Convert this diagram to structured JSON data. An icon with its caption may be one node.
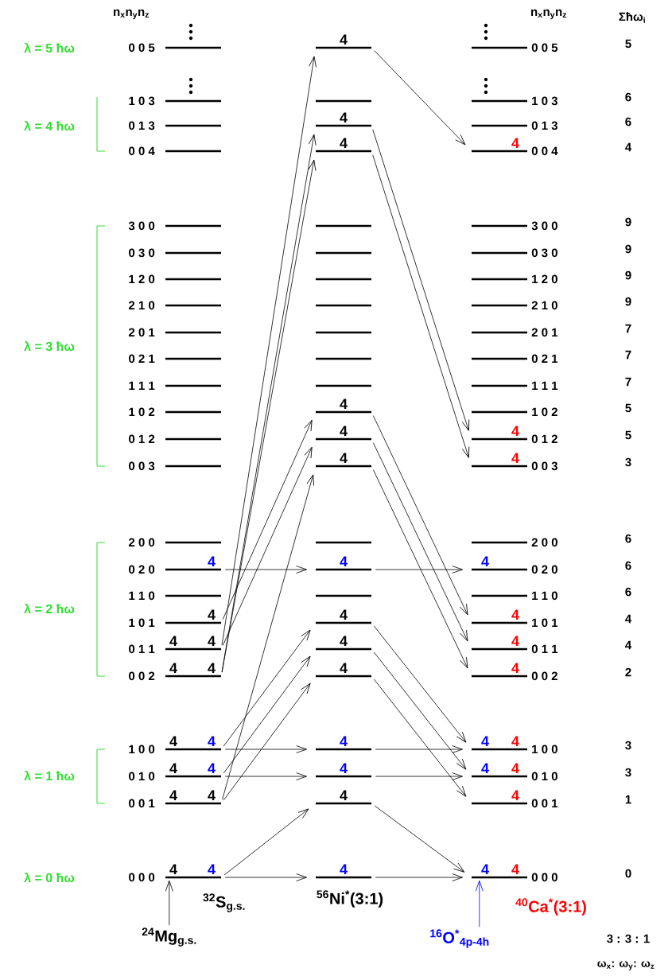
{
  "diagram": {
    "nodes": [
      {
        "text": [],
        "shape": "bar",
        "beside": [
          "0 0 5"
        ]
      },
      {
        "text": [
          "4"
        ]
      },
      {
        "text": [],
        "shape": "bar",
        "beside": [
          "0 0 5"
        ]
      },
      {
        "text": [],
        "shape": "bar",
        "beside": [
          "1 0 3"
        ]
      },
      {
        "text": [],
        "shape": "bar"
      },
      {
        "text": [],
        "shape": "bar",
        "beside": [
          "1 0 3"
        ]
      },
      {
        "text": [],
        "shape": "bar",
        "beside": [
          "0 1 3"
        ]
      },
      {
        "text": [
          "4"
        ]
      },
      {
        "text": [],
        "shape": "bar",
        "beside": [
          "0 1 3"
        ]
      },
      {
        "text": [],
        "shape": "bar",
        "beside": [
          "0 0 4"
        ]
      },
      {
        "text": [
          "4"
        ]
      },
      {
        "text": [
          "4"
        ],
        "beside": [
          "0 0 4"
        ]
      },
      {
        "text": [],
        "shape": "bar",
        "beside": [
          "3 0 0"
        ]
      },
      {
        "text": [],
        "shape": "bar"
      },
      {
        "text": [],
        "shape": "bar",
        "beside": [
          "3 0 0"
        ]
      },
      {
        "text": [],
        "shape": "bar",
        "beside": [
          "0 3 0"
        ]
      },
      {
        "text": [],
        "shape": "bar"
      },
      {
        "text": [],
        "shape": "bar",
        "beside": [
          "0 3 0"
        ]
      },
      {
        "text": [],
        "shape": "bar",
        "beside": [
          "1 2 0"
        ]
      },
      {
        "text": [],
        "shape": "bar"
      },
      {
        "text": [],
        "shape": "bar",
        "beside": [
          "1 2 0"
        ]
      },
      {
        "text": [],
        "shape": "bar",
        "beside": [
          "2 1 0"
        ]
      },
      {
        "text": [],
        "shape": "bar"
      },
      {
        "text": [],
        "shape": "bar",
        "beside": [
          "2 1 0"
        ]
      },
      {
        "text": [],
        "shape": "bar",
        "beside": [
          "2 0 1"
        ]
      },
      {
        "text": [],
        "shape": "bar"
      },
      {
        "text": [],
        "shape": "bar",
        "beside": [
          "2 0 1"
        ]
      },
      {
        "text": [],
        "shape": "bar",
        "beside": [
          "0 2 1"
        ]
      },
      {
        "text": [],
        "shape": "bar"
      },
      {
        "text": [],
        "shape": "bar",
        "beside": [
          "0 2 1"
        ]
      },
      {
        "text": [],
        "shape": "bar",
        "beside": [
          "1 1 1"
        ]
      },
      {
        "text": [],
        "shape": "bar"
      },
      {
        "text": [],
        "shape": "bar",
        "beside": [
          "1 1 1"
        ]
      },
      {
        "text": [],
        "shape": "bar",
        "beside": [
          "1 0 2"
        ]
      },
      {
        "text": [
          "4"
        ]
      },
      {
        "text": [],
        "shape": "bar",
        "beside": [
          "1 0 2"
        ]
      },
      {
        "text": [],
        "shape": "bar",
        "beside": [
          "0 1 2"
        ]
      },
      {
        "text": [
          "4"
        ]
      },
      {
        "text": [
          "4"
        ],
        "beside": [
          "0 1 2"
        ]
      },
      {
        "text": [],
        "shape": "bar",
        "beside": [
          "0 0 3"
        ]
      },
      {
        "text": [
          "4"
        ]
      },
      {
        "text": [
          "4"
        ],
        "beside": [
          "0 0 3"
        ]
      },
      {
        "text": [],
        "shape": "bar",
        "beside": [
          "2 0 0"
        ]
      },
      {
        "text": [],
        "shape": "bar"
      },
      {
        "text": [],
        "shape": "bar",
        "beside": [
          "2 0 0"
        ]
      },
      {
        "text": [
          "4"
        ],
        "beside": [
          "0 2 0"
        ]
      },
      {
        "text": [
          "4"
        ]
      },
      {
        "text": [
          "4"
        ],
        "beside": [
          "0 2 0"
        ]
      },
      {
        "text": [],
        "shape": "bar",
        "beside": [
          "1 1 0"
        ]
      },
      {
        "text": [],
        "shape": "bar"
      },
      {
        "text": [],
        "shape": "bar",
        "beside": [
          "1 1 0"
        ]
      },
      {
        "text": [
          "4"
        ],
        "beside": [
          "1 0 1"
        ]
      },
      {
        "text": [
          "4"
        ]
      },
      {
        "text": [
          "4"
        ],
        "beside": [
          "1 0 1"
        ]
      },
      {
        "text": [
          "4",
          "4"
        ],
        "beside": [
          "0 1 1"
        ]
      },
      {
        "text": [
          "4"
        ]
      },
      {
        "text": [
          "4"
        ],
        "beside": [
          "0 1 1"
        ]
      },
      {
        "text": [
          "4",
          "4"
        ],
        "beside": [
          "0 0 2"
        ]
      },
      {
        "text": [
          "4"
        ]
      },
      {
        "text": [
          "4"
        ],
        "beside": [
          "0 0 2"
        ]
      },
      {
        "text": [
          "4",
          "4"
        ],
        "beside": [
          "1 0 0"
        ]
      },
      {
        "text": [
          "4"
        ]
      },
      {
        "text": [
          "4",
          "4"
        ],
        "beside": [
          "1 0 0"
        ]
      },
      {
        "text": [
          "4",
          "4"
        ],
        "beside": [
          "0 1 0"
        ]
      },
      {
        "text": [
          "4"
        ]
      },
      {
        "text": [
          "4",
          "4"
        ],
        "beside": [
          "0 1 0"
        ]
      },
      {
        "text": [
          "4",
          "4"
        ],
        "beside": [
          "0 0 1"
        ]
      },
      {
        "text": [
          "4"
        ]
      },
      {
        "text": [
          "4"
        ],
        "beside": [
          "0 0 1"
        ]
      },
      {
        "text": [
          "4",
          "4"
        ],
        "beside": [
          "0 0 0"
        ]
      },
      {
        "text": [
          "4"
        ]
      },
      {
        "text": [
          "4",
          "4"
        ],
        "beside": [
          "0 0 0"
        ]
      },
      {
        "text": [
          "$^{24}$Mg$_{g.s.}$"
        ]
      },
      {
        "text": [
          "$^{16}$O$^{*}$$_{4p-4h}$"
        ]
      }
    ],
    "edges": [
      {
        "from": 51,
        "to": 34,
        "arrow": "to"
      },
      {
        "from": 54,
        "to": 37,
        "arrow": "to"
      },
      {
        "from": 54,
        "to": 1,
        "arrow": "to"
      },
      {
        "from": 57,
        "to": 7,
        "arrow": "to"
      },
      {
        "from": 57,
        "to": 10,
        "arrow": "to"
      },
      {
        "from": 45,
        "to": 46,
        "arrow": "to"
      },
      {
        "from": 60,
        "to": 52,
        "arrow": "to"
      },
      {
        "from": 60,
        "to": 61,
        "arrow": "to"
      },
      {
        "from": 63,
        "to": 55,
        "arrow": "to"
      },
      {
        "from": 63,
        "to": 64,
        "arrow": "to"
      },
      {
        "from": 66,
        "to": 58,
        "arrow": "to"
      },
      {
        "from": 66,
        "to": 40,
        "arrow": "to"
      },
      {
        "from": 69,
        "to": 67,
        "arrow": "to"
      },
      {
        "from": 69,
        "to": 70,
        "arrow": "to"
      },
      {
        "from": 1,
        "to": 11,
        "arrow": "to"
      },
      {
        "from": 7,
        "to": 38,
        "arrow": "to"
      },
      {
        "from": 10,
        "to": 41,
        "arrow": "to"
      },
      {
        "from": 34,
        "to": 53,
        "arrow": "to"
      },
      {
        "from": 37,
        "to": 56,
        "arrow": "to"
      },
      {
        "from": 40,
        "to": 59,
        "arrow": "to"
      },
      {
        "from": 46,
        "to": 47,
        "arrow": "to"
      },
      {
        "from": 52,
        "to": 62,
        "arrow": "to"
      },
      {
        "from": 61,
        "to": 62,
        "arrow": "to"
      },
      {
        "from": 55,
        "to": 65,
        "arrow": "to"
      },
      {
        "from": 64,
        "to": 65,
        "arrow": "to"
      },
      {
        "from": 58,
        "to": 68,
        "arrow": "to"
      },
      {
        "from": 67,
        "to": 71,
        "arrow": "to"
      },
      {
        "from": 70,
        "to": 71,
        "arrow": "to"
      },
      {
        "from": 72,
        "to": 69,
        "arrow": "to"
      },
      {
        "from": 73,
        "to": 71,
        "arrow": "to",
        "color": "#0000ff"
      }
    ],
    "labels": [
      "n$_{x}$n$_{y}$n$_{z}$",
      "n$_{x}$n$_{y}$n$_{z}$",
      "Σħω$_{i}$",
      "λ = 5 ħω",
      "λ = 4 ħω",
      "λ = 3 ħω",
      "λ = 2 ħω",
      "λ = 1 ħω",
      "λ = 0 ħω",
      "5",
      "6",
      "6",
      "4",
      "9",
      "9",
      "9",
      "9",
      "7",
      "7",
      "7",
      "5",
      "5",
      "3",
      "6",
      "6",
      "6",
      "4",
      "4",
      "2",
      "3",
      "3",
      "1",
      "0",
      "$^{32}$S$_{g.s.}$",
      "$^{56}$Ni$^{*}$(3:1)",
      "$^{40}$Ca$^{*}$(3:1)",
      "3 : 3 : 1",
      "ω$_{x}$: ω$_{y}$: ω$_{z}$"
    ]
  }
}
